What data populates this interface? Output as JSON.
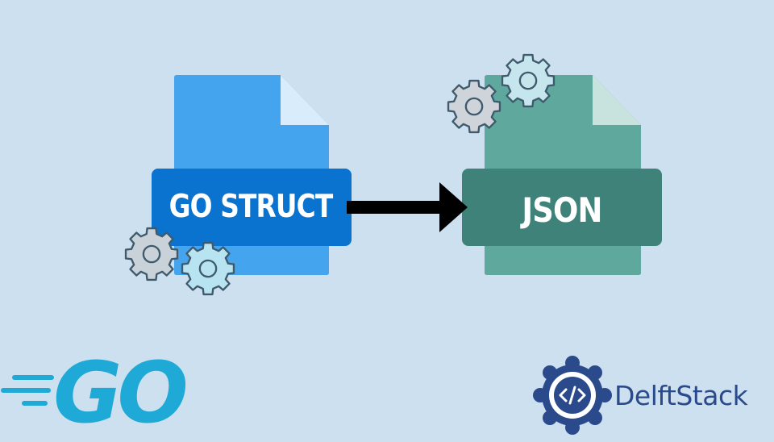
{
  "left_document": {
    "label": "GO STRUCT"
  },
  "right_document": {
    "label": "JSON"
  },
  "go_logo": {
    "text": "GO"
  },
  "brand": {
    "name": "DelftStack"
  },
  "colors": {
    "background": "#cde0ef",
    "go_doc": "#44a4ed",
    "go_band": "#0a72cf",
    "json_doc": "#5fa89e",
    "json_band": "#3f8279",
    "arrow": "#000000",
    "go_logo": "#1fa9d6",
    "brand": "#2b4a8c"
  },
  "icons": [
    "gear-icon",
    "arrow-right-icon",
    "file-icon",
    "code-icon"
  ]
}
